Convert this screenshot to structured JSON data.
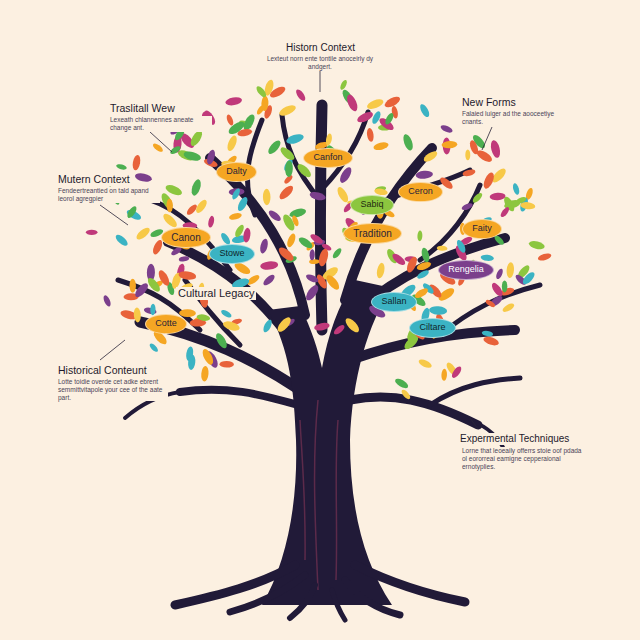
{
  "diagram": {
    "nodes": [
      {
        "text": [
          "Dalty"
        ]
      },
      {
        "text": [
          "Canfon"
        ]
      },
      {
        "text": [
          "Sabiq"
        ]
      },
      {
        "text": [
          "Ceron"
        ]
      },
      {
        "text": [
          "Canon"
        ]
      },
      {
        "text": [
          "Tradition"
        ]
      },
      {
        "text": [
          "Faity"
        ]
      },
      {
        "text": [
          "Stowe"
        ]
      },
      {
        "text": [
          "Rengelia"
        ]
      },
      {
        "text": [
          "Sallan"
        ]
      },
      {
        "text": [
          "Ciltare"
        ]
      },
      {
        "text": [
          "Cotte"
        ]
      }
    ],
    "labels": [
      "Historn Context",
      "Lexteut norn ente tontile anoceirly dy andgert.",
      "Traslitall Wew",
      "Lexeath chlannennes aneate change ant.",
      "New Forms",
      "Falaied luiger ad the aooceetiye cnants.",
      "Mutern Context",
      "Fendeertreantied on tald apand leorol agregpier",
      "Cultural Legacy",
      "Historical Conteunt",
      "Lotte toidie overde cet adke ebrent semmittvitapole your cee of the aate part.",
      "Expermental Techniques",
      "Lorne that leoeaily offerrs stoie oof pdada ol eororreai eamigne cepperaional ernotyplies."
    ]
  }
}
